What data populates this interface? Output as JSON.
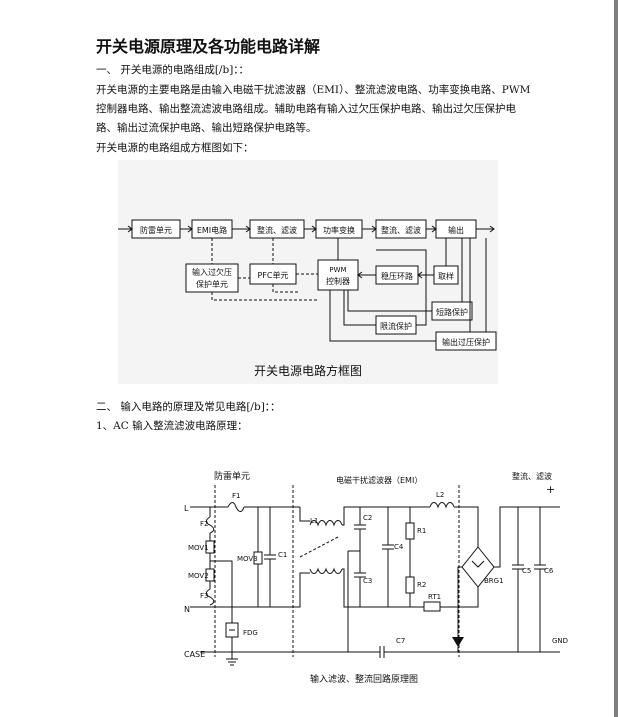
{
  "title": "开关电源原理及各功能电路详解",
  "section1": {
    "heading": "一、    开关电源的电路组成[/b]：：",
    "body_lines": [
      "开关电源的主要电路是由输入电磁干扰滤波器（EMI）、整流滤波电路、功率变换电路、PWM",
      "控制器电路、输出整流滤波电路组成。辅助电路有输入过欠压保护电路、输出过欠压保护电",
      "路、输出过流保护电路、输出短路保护电路等。"
    ],
    "diagram_intro": "开关电源的电路组成方框图如下："
  },
  "block_diagram": {
    "caption": "开关电源电路方框图",
    "blocks": {
      "lightning": "防雷单元",
      "emi": "EMI电路",
      "rect": "整流、滤波",
      "power": "功率变换",
      "out_rect": "整流、滤波",
      "output": "输出",
      "input_prot_1": "输入过欠压",
      "input_prot_2": "保护单元",
      "pfc": "PFC单元",
      "pwm_1": "PWM",
      "pwm_2": "控制器",
      "regulator": "稳压环路",
      "sampling": "取样",
      "short_prot": "短路保护",
      "current_limit": "限流保护",
      "out_ov_prot": "输出过压保护"
    }
  },
  "section2": {
    "heading": "二、   输入电路的原理及常见电路[/b]：：",
    "sub1": "1、AC 输入整流滤波电路原理："
  },
  "circuit": {
    "caption": "输入滤波、整流回路原理图",
    "lightning_label": "防雷单元",
    "emi_label": "电磁干扰滤波器（EMI）",
    "rect_label": "整流、滤波",
    "plus": "+",
    "terminals": {
      "L": "L",
      "N": "N",
      "CASE": "CASE",
      "GND": "GND"
    },
    "components": {
      "F1": "F1",
      "F2": "F2",
      "F3": "F3",
      "MOV1": "MOV1",
      "MOV2": "MOV2",
      "MOV3": "MOV3",
      "FDG": "FDG",
      "C1": "C1",
      "L1": "L1",
      "L2": "L2",
      "C2": "C2",
      "C3": "C3",
      "C4": "C4",
      "R1": "R1",
      "R2": "R2",
      "RT1": "RT1",
      "BRG1": "BRG1",
      "C5": "C5",
      "C6": "C6",
      "C7": "C7"
    }
  }
}
